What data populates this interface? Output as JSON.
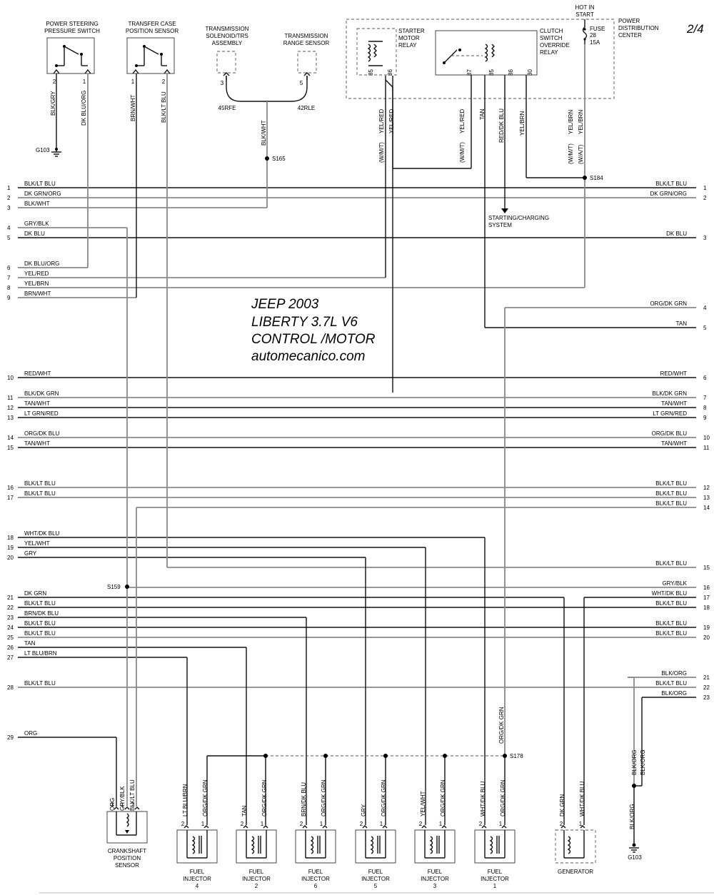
{
  "page_number": "2/4",
  "title": {
    "line1": "JEEP 2003",
    "line2": "LIBERTY  3.7L  V6",
    "line3": "CONTROL /MOTOR",
    "line4": "automecanico.com"
  },
  "components": {
    "ps_switch": [
      "POWER STEERING",
      "PRESSURE SWITCH"
    ],
    "tc_sensor": [
      "TRANSFER CASE",
      "POSITION SENSOR"
    ],
    "trans_sol": [
      "TRANSMISSION",
      "SOLENOID/TRS",
      "ASSEMBLY"
    ],
    "trans_range": [
      "TRANSMISSION",
      "RANGE SENSOR"
    ],
    "starter_relay": [
      "STARTER",
      "MOTOR",
      "RELAY"
    ],
    "clutch_relay": [
      "CLUTCH",
      "SWITCH",
      "OVERRIDE",
      "RELAY"
    ],
    "hot_in_start": [
      "HOT IN",
      "START"
    ],
    "fuse": [
      "FUSE",
      "28",
      "15A"
    ],
    "pdc": [
      "POWER",
      "DISTRIBUTION",
      "CENTER"
    ],
    "starting_charging": [
      "STARTING/CHARGING",
      "SYSTEM"
    ],
    "crankshaft": [
      "CRANKSHAFT",
      "POSITION",
      "SENSOR"
    ],
    "generator": "GENERATOR",
    "injector_word": [
      "FUEL",
      "INJECTOR"
    ]
  },
  "trans_options": {
    "left": "45RFE",
    "right": "42RLE"
  },
  "splices": {
    "s165": "S165",
    "s184": "S184",
    "s159": "S159",
    "s178": "S178"
  },
  "grounds": {
    "top": "G103",
    "bottom": "G103"
  },
  "left_wires": [
    {
      "n": "1",
      "label": "BLK/LT BLU"
    },
    {
      "n": "2",
      "label": "DK GRN/ORG"
    },
    {
      "n": "3",
      "label": "BLK/WHT"
    },
    {
      "n": "4",
      "label": "GRY/BLK"
    },
    {
      "n": "5",
      "label": "DK BLU"
    },
    {
      "n": "6",
      "label": "DK BLU/ORG"
    },
    {
      "n": "7",
      "label": "YEL/RED"
    },
    {
      "n": "8",
      "label": "YEL/BRN"
    },
    {
      "n": "9",
      "label": "BRN/WHT"
    },
    {
      "n": "10",
      "label": "RED/WHT"
    },
    {
      "n": "11",
      "label": "BLK/DK GRN"
    },
    {
      "n": "12",
      "label": "TAN/WHT"
    },
    {
      "n": "13",
      "label": "LT GRN/RED"
    },
    {
      "n": "14",
      "label": "ORG/DK BLU"
    },
    {
      "n": "15",
      "label": "TAN/WHT"
    },
    {
      "n": "16",
      "label": "BLK/LT BLU"
    },
    {
      "n": "17",
      "label": "BLK/LT BLU"
    },
    {
      "n": "18",
      "label": "WHT/DK BLU"
    },
    {
      "n": "19",
      "label": "YEL/WHT"
    },
    {
      "n": "20",
      "label": "GRY"
    },
    {
      "n": "21",
      "label": "DK GRN"
    },
    {
      "n": "22",
      "label": "BLK/LT BLU"
    },
    {
      "n": "23",
      "label": "BRN/DK BLU"
    },
    {
      "n": "24",
      "label": "BLK/LT BLU"
    },
    {
      "n": "25",
      "label": "BLK/LT BLU"
    },
    {
      "n": "26",
      "label": "TAN"
    },
    {
      "n": "27",
      "label": "LT BLU/BRN"
    },
    {
      "n": "28",
      "label": "BLK/LT BLU"
    },
    {
      "n": "29",
      "label": "ORG"
    }
  ],
  "right_wires": [
    {
      "n": "1",
      "label": "BLK/LT BLU"
    },
    {
      "n": "2",
      "label": "DK GRN/ORG"
    },
    {
      "n": "3",
      "label": "DK BLU"
    },
    {
      "n": "4",
      "label": "ORG/DK GRN"
    },
    {
      "n": "5",
      "label": "TAN"
    },
    {
      "n": "6",
      "label": "RED/WHT"
    },
    {
      "n": "7",
      "label": "BLK/DK GRN"
    },
    {
      "n": "8",
      "label": "TAN/WHT"
    },
    {
      "n": "9",
      "label": "LT GRN/RED"
    },
    {
      "n": "10",
      "label": "ORG/DK BLU"
    },
    {
      "n": "11",
      "label": "TAN/WHT"
    },
    {
      "n": "12",
      "label": "BLK/LT BLU"
    },
    {
      "n": "13",
      "label": "BLK/LT BLU"
    },
    {
      "n": "14",
      "label": "BLK/LT BLU"
    },
    {
      "n": "15",
      "label": "BLK/LT BLU"
    },
    {
      "n": "16",
      "label": "GRY/BLK"
    },
    {
      "n": "17",
      "label": "WHT/DK BLU"
    },
    {
      "n": "18",
      "label": "BLK/LT BLU"
    },
    {
      "n": "19",
      "label": "BLK/LT BLU"
    },
    {
      "n": "20",
      "label": "BLK/LT BLU"
    },
    {
      "n": "21",
      "label": "BLK/ORG"
    },
    {
      "n": "22",
      "label": "BLK/LT BLU"
    },
    {
      "n": "23",
      "label": "BLK/ORG"
    }
  ],
  "vertical_labels": {
    "ps_2": "BLK/GRY",
    "ps_1": "DK BLU/ORG",
    "tc_1": "BRN/WHT",
    "tc_2": "BLK/LT BLU",
    "trans_blk": "BLK/WHT",
    "sm_a": "YEL/RED",
    "sm_b": "YEL/RED",
    "sm_wmt": "(W/M/T)",
    "cl_87": "YEL/RED",
    "cl_87_wmt": "(W/M/T)",
    "cl_85": "TAN",
    "cl_86": "RED/DK BLU",
    "cl_30": "YEL/BRN",
    "fuse_a": "YEL/BRN",
    "fuse_a_t": "(W/M/T)",
    "fuse_b": "YEL/BRN",
    "fuse_b_t": "(W/A/T)",
    "s178_v": "ORG/DK GRN",
    "crank_3": "ORG",
    "crank_1": "GRY/BLK",
    "crank_2": "BLK/LT BLU",
    "inj4_2": "LT BLU/BRN",
    "inj4_1": "ORG/DK GRN",
    "inj2_2": "TAN",
    "inj2_1": "ORG/DK GRN",
    "inj6_2": "BRN/DK BLU",
    "inj6_1": "ORG/DK GRN",
    "inj5_2": "GRY",
    "inj5_1": "ORG/DK GRN",
    "inj3_2": "YEL/WHT",
    "inj3_1": "ORG/DK GRN",
    "inj1_2": "WHT/DK BLU",
    "inj1_1": "ORG/DK GRN",
    "gen_2": "DK GRN",
    "gen_1": "WHT/DK BLU",
    "gnd_a": "BLK/ORG",
    "gnd_b": "BLK/ORG",
    "gnd_c": "BLK/ORG"
  },
  "pins": {
    "p1": "1",
    "p2": "2",
    "p3": "3",
    "p5": "5",
    "r85": "85",
    "r86": "86",
    "r87": "87",
    "r30": "30"
  },
  "injectors": [
    {
      "num": "4"
    },
    {
      "num": "2"
    },
    {
      "num": "6"
    },
    {
      "num": "5"
    },
    {
      "num": "3"
    },
    {
      "num": "1"
    }
  ]
}
